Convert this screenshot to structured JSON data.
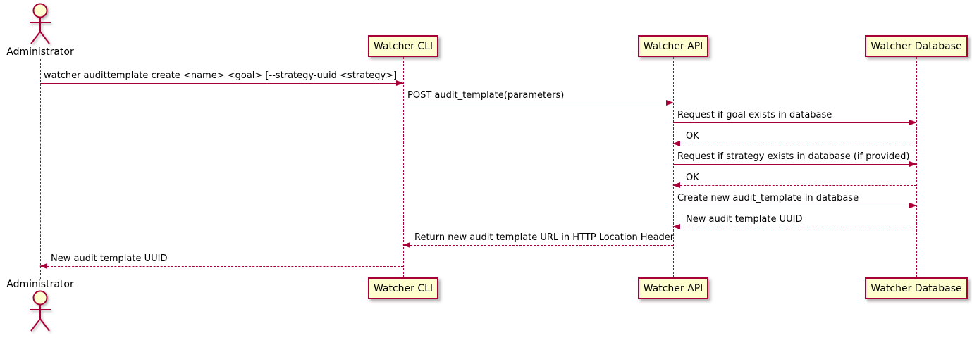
{
  "colors": {
    "border": "#A80036",
    "arrow": "#A80036",
    "participant_fill": "#FEFECE",
    "text": "#000000"
  },
  "actor": {
    "label": "Administrator"
  },
  "participants": [
    {
      "label": "Watcher CLI"
    },
    {
      "label": "Watcher API"
    },
    {
      "label": "Watcher Database"
    }
  ],
  "messages": [
    {
      "label": "watcher audittemplate create <name> <goal> [--strategy-uuid <strategy>]",
      "from": "Administrator",
      "to": "Watcher CLI",
      "style": "solid"
    },
    {
      "label": "POST audit_template(parameters)",
      "from": "Watcher CLI",
      "to": "Watcher API",
      "style": "solid"
    },
    {
      "label": "Request if goal exists in database",
      "from": "Watcher API",
      "to": "Watcher Database",
      "style": "solid"
    },
    {
      "label": "OK",
      "from": "Watcher Database",
      "to": "Watcher API",
      "style": "dashed"
    },
    {
      "label": "Request if strategy exists in database (if provided)",
      "from": "Watcher API",
      "to": "Watcher Database",
      "style": "solid"
    },
    {
      "label": "OK",
      "from": "Watcher Database",
      "to": "Watcher API",
      "style": "dashed"
    },
    {
      "label": "Create new audit_template in database",
      "from": "Watcher API",
      "to": "Watcher Database",
      "style": "solid"
    },
    {
      "label": "New audit template UUID",
      "from": "Watcher Database",
      "to": "Watcher API",
      "style": "dashed"
    },
    {
      "label": "Return new audit template URL in HTTP Location Header",
      "from": "Watcher API",
      "to": "Watcher CLI",
      "style": "dashed"
    },
    {
      "label": "New audit template UUID",
      "from": "Watcher CLI",
      "to": "Administrator",
      "style": "dashed"
    }
  ]
}
